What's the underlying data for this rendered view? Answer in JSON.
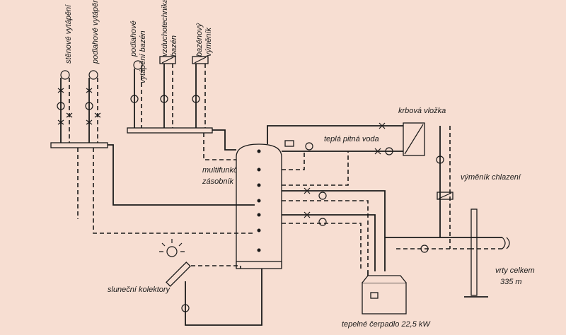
{
  "colors": {
    "background": "#f7ded2",
    "line": "#1a1a1a"
  },
  "labels": {
    "wall_heating": "stěnové vytápění",
    "floor_heating": "podlahové vytápění",
    "floor_heating_pool_1": "podlahové",
    "floor_heating_pool_2": "vytápění bazén",
    "air_tech_1": "vzduchotechnika",
    "air_tech_2": "bazén",
    "pool_exchanger_1": "bazénový",
    "pool_exchanger_2": "výměník",
    "fireplace_insert": "krbová vložka",
    "hot_water": "teplá pitná voda",
    "storage_1": "multifunkční",
    "storage_2": "zásobník",
    "cooling_exchanger": "výměník chlazení",
    "boreholes_1": "vrty celkem",
    "boreholes_2": "335 m",
    "solar_collectors": "sluneční kolektory",
    "heat_pump": "tepelné čerpadlo 22,5 kW"
  }
}
